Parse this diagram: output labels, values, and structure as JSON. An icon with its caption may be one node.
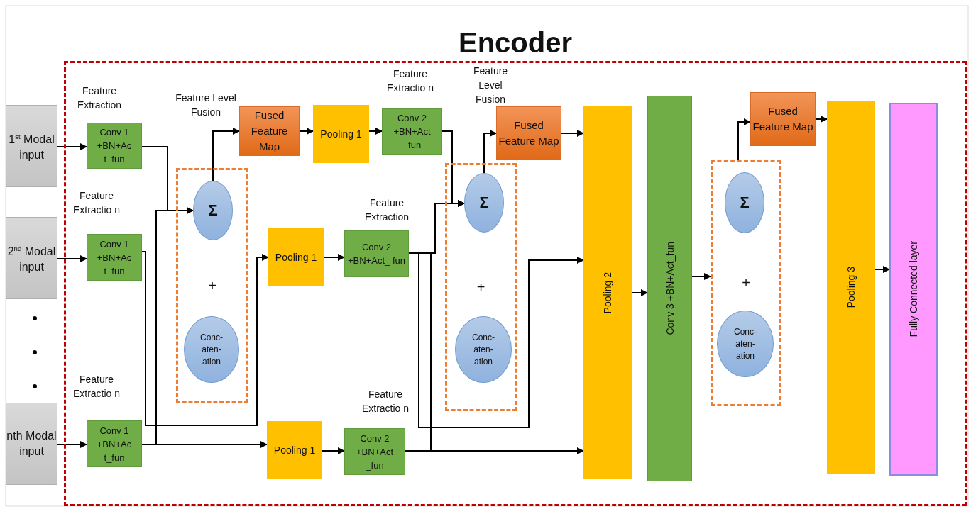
{
  "diagram": {
    "nodes": [
      {
        "text": [
          "Encoder"
        ]
      },
      {
        "text": [
          "1$^{st}$ Modal input"
        ]
      },
      {
        "text": [
          "2$^{nd}$ Modal input"
        ]
      },
      {
        "text": [
          "nth Modal input"
        ]
      },
      {
        "text": [
          "Conv 1 +BN+Ac t_fun"
        ],
        "in": 0,
        "beside": [
          "Feature Extraction"
        ]
      },
      {
        "text": [
          "Conv 1 +BN+Ac t_fun"
        ],
        "in": 0,
        "beside": [
          "Feature Extractio n"
        ]
      },
      {
        "text": [
          "Conv 1 +BN+Ac t_fun"
        ],
        "in": 0,
        "beside": [
          "Feature Extractio n"
        ]
      },
      {
        "text": [
          "+"
        ],
        "in": 0
      },
      {
        "text": [
          "Σ"
        ],
        "in": 7
      },
      {
        "text": [
          "Conc- aten- ation"
        ],
        "in": 7
      },
      {
        "text": [
          "Fused Feature Map"
        ],
        "in": 0,
        "beside": [
          "Feature Level Fusion"
        ]
      },
      {
        "text": [
          "Pooling 1"
        ],
        "in": 0
      },
      {
        "text": [
          "Pooling 1"
        ],
        "in": 0
      },
      {
        "text": [
          "Pooling 1"
        ],
        "in": 0
      },
      {
        "text": [
          "Conv 2 +BN+Act _fun"
        ],
        "in": 0,
        "beside": [
          "Feature Extractio n"
        ]
      },
      {
        "text": [
          "Conv 2 +BN+Act_ fun"
        ],
        "in": 0,
        "beside": [
          "Feature Extraction"
        ]
      },
      {
        "text": [
          "Conv 2 +BN+Act _fun"
        ],
        "in": 0,
        "beside": [
          "Feature Extractio n"
        ]
      },
      {
        "text": [
          "+"
        ],
        "in": 0
      },
      {
        "text": [
          "Σ"
        ],
        "in": 17
      },
      {
        "text": [
          "Conc- aten- ation"
        ],
        "in": 17
      },
      {
        "text": [
          "Fused Feature Map"
        ],
        "in": 0,
        "beside": [
          "Feature Level Fusion"
        ]
      },
      {
        "text": [
          "Pooling 2"
        ],
        "in": 0
      },
      {
        "text": [
          "Conv 3 +BN+Act_fun"
        ],
        "in": 0
      },
      {
        "text": [
          "+"
        ],
        "in": 0
      },
      {
        "text": [
          "Σ"
        ],
        "in": 23
      },
      {
        "text": [
          "Conc- aten- ation"
        ],
        "in": 23
      },
      {
        "text": [
          "Fused Feature Map"
        ],
        "in": 0
      },
      {
        "text": [
          "Pooling 3"
        ],
        "in": 0
      },
      {
        "text": [
          "Fully Connected layer"
        ],
        "in": 0
      }
    ],
    "edges": [
      {
        "from": 1,
        "to": 4,
        "arrow": "to"
      },
      {
        "from": 2,
        "to": 5,
        "arrow": "to"
      },
      {
        "from": 3,
        "to": 6,
        "arrow": "to"
      },
      {
        "from": 4,
        "to": 8,
        "arrow": "to"
      },
      {
        "from": 6,
        "to": 8,
        "arrow": "to"
      },
      {
        "from": 5,
        "to": 12,
        "arrow": "to"
      },
      {
        "from": 6,
        "to": 13,
        "arrow": "to"
      },
      {
        "from": 8,
        "to": 10,
        "arrow": "to"
      },
      {
        "from": 10,
        "to": 11,
        "arrow": "to"
      },
      {
        "from": 11,
        "to": 14,
        "arrow": "to"
      },
      {
        "from": 12,
        "to": 15,
        "arrow": "to"
      },
      {
        "from": 13,
        "to": 16,
        "arrow": "to"
      },
      {
        "from": 14,
        "to": 18,
        "arrow": "to"
      },
      {
        "from": 15,
        "to": 18,
        "arrow": "to"
      },
      {
        "from": 15,
        "to": 21,
        "arrow": "to"
      },
      {
        "from": 16,
        "to": 18,
        "arrow": "to"
      },
      {
        "from": 16,
        "to": 21,
        "arrow": "to"
      },
      {
        "from": 18,
        "to": 20,
        "arrow": "to"
      },
      {
        "from": 20,
        "to": 21,
        "arrow": "to"
      },
      {
        "from": 21,
        "to": 22,
        "arrow": "to"
      },
      {
        "from": 22,
        "to": 23,
        "arrow": "to"
      },
      {
        "from": 23,
        "to": 26,
        "arrow": "to"
      },
      {
        "from": 26,
        "to": 27,
        "arrow": "to"
      },
      {
        "from": 27,
        "to": 28,
        "arrow": "to"
      }
    ]
  }
}
